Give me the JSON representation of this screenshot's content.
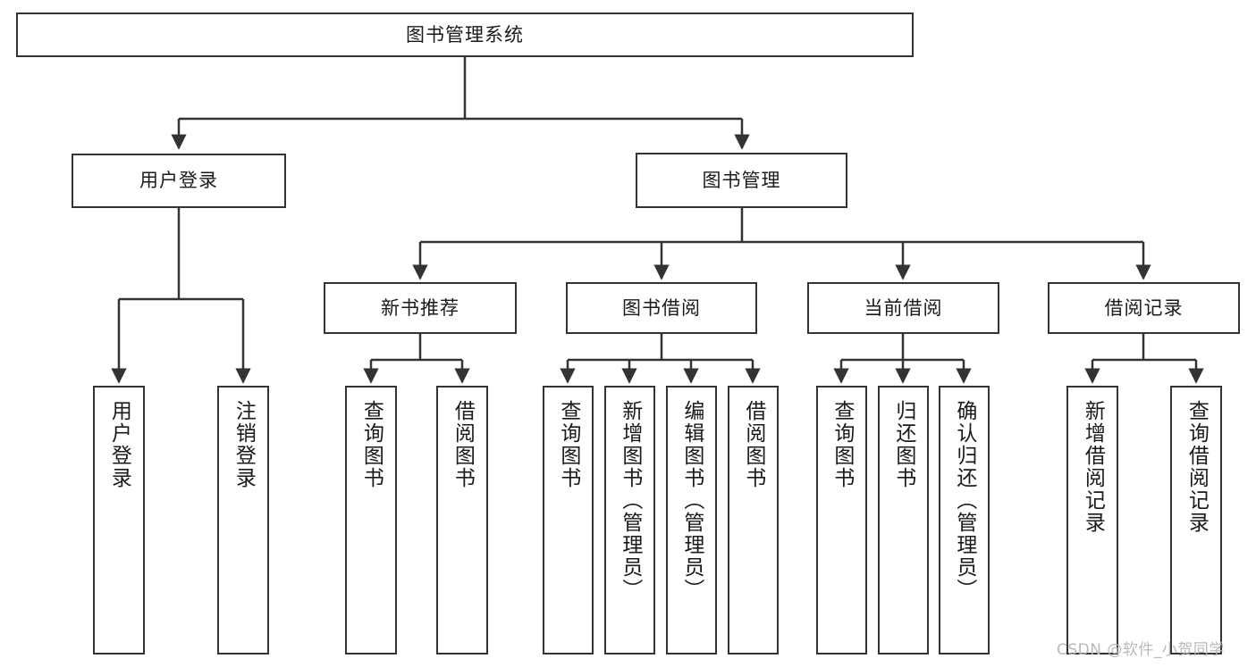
{
  "diagram": {
    "title": "图书管理系统",
    "type": "hierarchy-tree",
    "levels": 4,
    "nodes": {
      "root": {
        "label": "图书管理系统"
      },
      "level1": [
        {
          "id": "user-login",
          "label": "用户登录"
        },
        {
          "id": "book-manage",
          "label": "图书管理"
        }
      ],
      "level2": [
        {
          "id": "new-book-recommend",
          "label": "新书推荐",
          "parent": "book-manage"
        },
        {
          "id": "book-borrow",
          "label": "图书借阅",
          "parent": "book-manage"
        },
        {
          "id": "current-borrow",
          "label": "当前借阅",
          "parent": "book-manage"
        },
        {
          "id": "borrow-record",
          "label": "借阅记录",
          "parent": "book-manage"
        }
      ],
      "leaves": [
        {
          "id": "leaf-user-login",
          "label": "用户登录",
          "parent": "user-login"
        },
        {
          "id": "leaf-logout-login",
          "label": "注销登录",
          "parent": "user-login"
        },
        {
          "id": "leaf-query-book-1",
          "label": "查询图书",
          "parent": "new-book-recommend"
        },
        {
          "id": "leaf-borrow-book-1",
          "label": "借阅图书",
          "parent": "new-book-recommend"
        },
        {
          "id": "leaf-query-book-2",
          "label": "查询图书",
          "parent": "book-borrow"
        },
        {
          "id": "leaf-add-book",
          "label": "新增图书（管理员）",
          "parent": "book-borrow"
        },
        {
          "id": "leaf-edit-book",
          "label": "编辑图书（管理员）",
          "parent": "book-borrow"
        },
        {
          "id": "leaf-borrow-book-2",
          "label": "借阅图书",
          "parent": "book-borrow"
        },
        {
          "id": "leaf-query-book-3",
          "label": "查询图书",
          "parent": "current-borrow"
        },
        {
          "id": "leaf-return-book",
          "label": "归还图书",
          "parent": "current-borrow"
        },
        {
          "id": "leaf-confirm-return",
          "label": "确认归还（管理员）",
          "parent": "current-borrow"
        },
        {
          "id": "leaf-add-record",
          "label": "新增借阅记录",
          "parent": "borrow-record"
        },
        {
          "id": "leaf-query-record",
          "label": "查询借阅记录",
          "parent": "borrow-record"
        }
      ]
    },
    "colors": {
      "stroke": "#333333",
      "fill": "#ffffff",
      "text": "#1a1a1a",
      "watermark": "#b9b9b9"
    }
  },
  "watermark": {
    "text": "CSDN @软件_小贺同学"
  }
}
